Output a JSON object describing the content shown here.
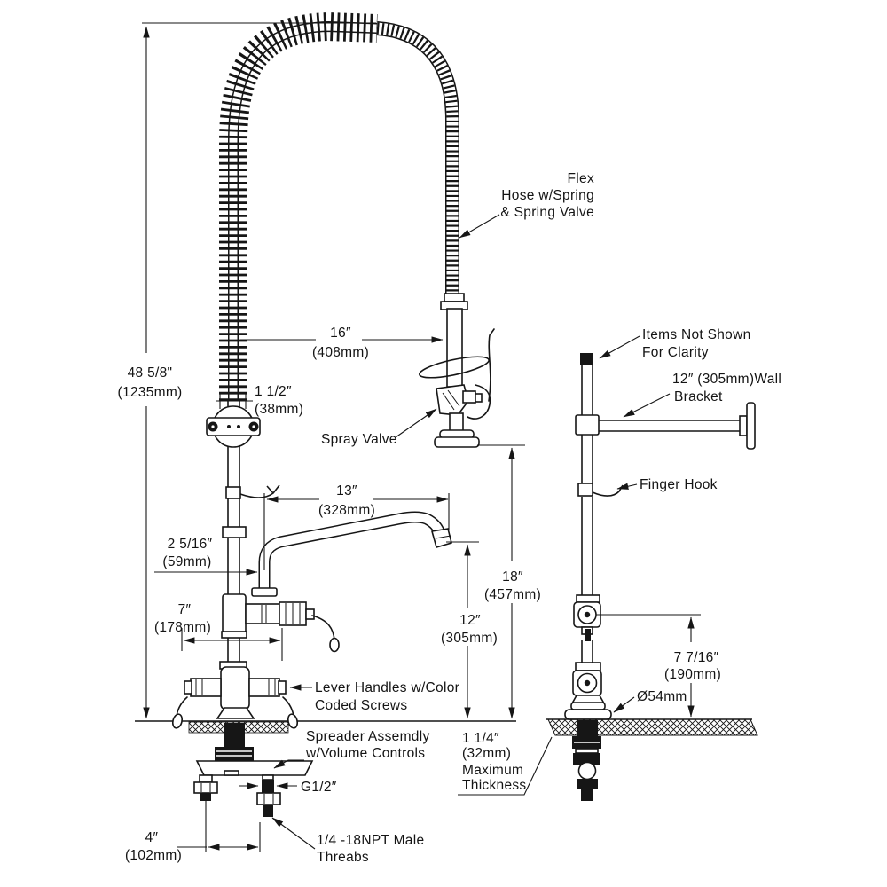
{
  "colors": {
    "ink": "#161616",
    "background": "#ffffff"
  },
  "labels": {
    "flex1": "Flex",
    "flex2": "Hose w/Spring",
    "flex3": "& Spring Valve",
    "sprayValve": "Spray Valve",
    "items1": "Items Not Shown",
    "items2": "For Clarity",
    "wall1": "12″ (305mm)Wall",
    "wall2": "Bracket",
    "fingerHook": "Finger Hook",
    "lever1": "Lever Handles w/Color",
    "lever2": "Coded Screws",
    "spreader1": "Spreader Assemdly",
    "spreader2": "w/Volume Controls",
    "thick1": "1 1/4″",
    "thick2": "(32mm)",
    "thick3": "Maximum",
    "thick4": "Thickness",
    "npt1": "1/4 -18NPT Male",
    "npt2": "Threabs",
    "gthread": "G1/2″"
  },
  "dims": {
    "h48in": "48 5/8\"",
    "h48mm": "(1235mm)",
    "d16in": "16″",
    "d16mm": "(408mm)",
    "d15in": "1 1/2″",
    "d15mm": "(38mm)",
    "d13in": "13″",
    "d13mm": "(328mm)",
    "d2516in": "2 5/16″",
    "d2516mm": "(59mm)",
    "d7in": "7″",
    "d7mm": "(178mm)",
    "d18in": "18″",
    "d18mm": "(457mm)",
    "d12in": "12″",
    "d12mm": "(305mm)",
    "d7716in": "7 7/16″",
    "d7716mm": "(190mm)",
    "d4in": "4″",
    "d4mm": "(102mm)",
    "dia54": "Ø54mm"
  }
}
